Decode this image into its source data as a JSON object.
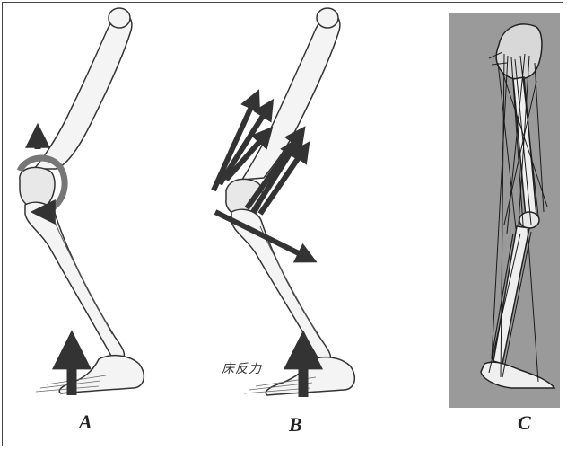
{
  "panels": [
    {
      "label": "A"
    },
    {
      "label": "B",
      "annotation": "床反力"
    },
    {
      "label": "C"
    }
  ],
  "colors": {
    "bone_fill": "#f4f4f4",
    "bone_stroke": "#333333",
    "arrow": "#333333",
    "panel_c_background": "#9a9a9a"
  }
}
